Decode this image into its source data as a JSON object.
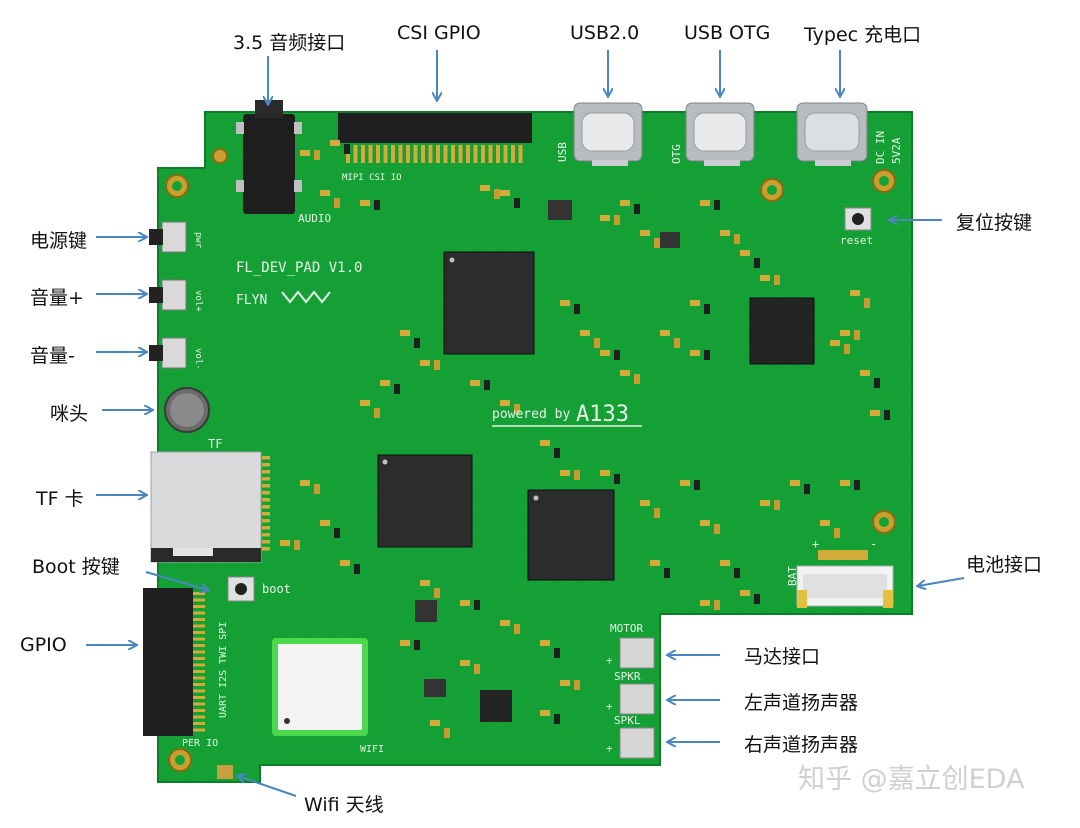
{
  "callouts": {
    "audio_jack": "3.5 音频接口",
    "csi_gpio": "CSI GPIO",
    "usb20": "USB2.0",
    "usb_otg": "USB OTG",
    "typec_charge": "Typec 充电口",
    "reset_button": "复位按键",
    "power_button": "电源键",
    "volume_up": "音量+",
    "volume_down": "音量-",
    "microphone": "咪头",
    "tf_card": "TF 卡",
    "boot_button": "Boot 按键",
    "gpio": "GPIO",
    "battery": "电池接口",
    "motor": "马达接口",
    "left_speaker": "左声道扬声器",
    "right_speaker": "右声道扬声器",
    "wifi_antenna": "Wifi 天线"
  },
  "silkscreen": {
    "board_name": "FL_DEV_PAD V1.0",
    "logo": "FLYN",
    "powered_by": "powered by",
    "soc": "A133",
    "audio": "AUDIO",
    "mipi": "MIPI  CSI  IO",
    "usb": "USB",
    "otg": "OTG",
    "dc_in": "DC IN",
    "dc_spec": "5V2A",
    "reset": "reset",
    "pwr": "pwr",
    "vol_up": "vol+",
    "vol_down": "vol-",
    "tf": "TF",
    "boot": "boot",
    "bus_labels": "UART I2S TWI SPI",
    "per_io": "PER IO",
    "wifi": "WIFI",
    "bat": "BAT",
    "motor": "MOTOR",
    "spkr": "SPKR",
    "spkl": "SPKL",
    "plus": "+",
    "minus": "-"
  },
  "watermark": "知乎 @嘉立创EDA",
  "colors": {
    "pcb": "#14a035",
    "pcb_dark": "#0e7d28",
    "chip": "#2a2a2a",
    "pad": "#d4aa3a",
    "arrow": "#4a86c0",
    "silkscreen": "#e8f3e8"
  }
}
